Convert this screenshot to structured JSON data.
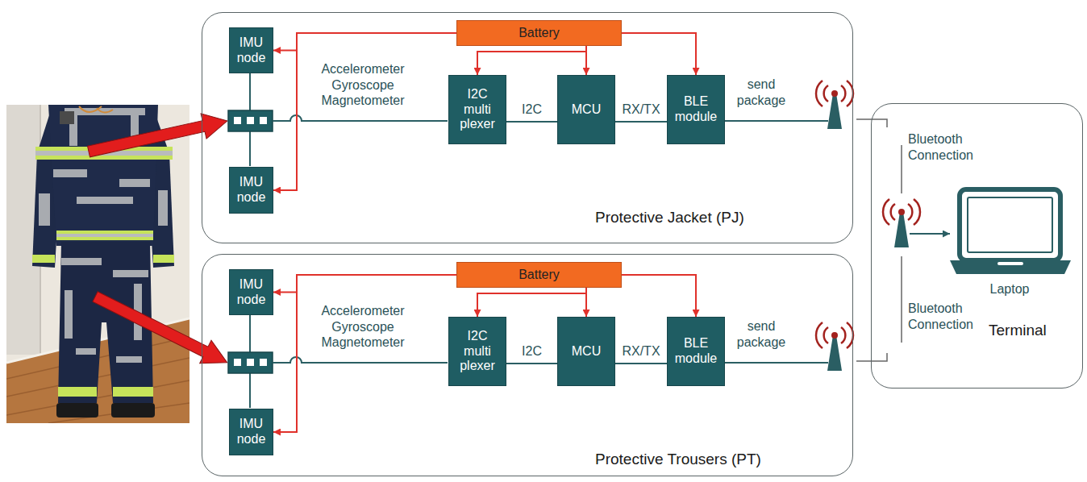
{
  "diagram": {
    "nodes": [
      {
        "text": [
          "Protective Jacket (PJ)"
        ]
      },
      {
        "text": [
          "Battery"
        ],
        "in": 0
      },
      {
        "text": [
          "IMU node"
        ],
        "in": 0
      },
      {
        "text": [
          "IMU node"
        ],
        "in": 0
      },
      {
        "text": [
          "I2C multi plexer"
        ],
        "in": 0
      },
      {
        "text": [
          "MCU"
        ],
        "in": 0
      },
      {
        "text": [
          "BLE module"
        ],
        "in": 0
      },
      {
        "text": [
          "Protective Trousers (PT)"
        ]
      },
      {
        "text": [
          "Battery"
        ],
        "in": 7
      },
      {
        "text": [
          "IMU node"
        ],
        "in": 7
      },
      {
        "text": [
          "IMU node"
        ],
        "in": 7
      },
      {
        "text": [
          "I2C multi plexer"
        ],
        "in": 7
      },
      {
        "text": [
          "MCU"
        ],
        "in": 7
      },
      {
        "text": [
          "BLE module"
        ],
        "in": 7
      },
      {
        "text": [
          "Terminal"
        ]
      }
    ],
    "edges": [
      {
        "from": 1,
        "to": 2,
        "arrow": "to"
      },
      {
        "from": 1,
        "to": 3,
        "arrow": "to"
      },
      {
        "from": 1,
        "to": 4,
        "arrow": "to"
      },
      {
        "from": 1,
        "to": 5,
        "arrow": "to"
      },
      {
        "from": 1,
        "to": 6,
        "arrow": "to"
      },
      {
        "from": 4,
        "to": 5,
        "label": "I2C",
        "arrow": "none"
      },
      {
        "from": 5,
        "to": 6,
        "label": "RX/TX",
        "arrow": "none"
      },
      {
        "from": 8,
        "to": 9,
        "arrow": "to"
      },
      {
        "from": 8,
        "to": 10,
        "arrow": "to"
      },
      {
        "from": 8,
        "to": 11,
        "arrow": "to"
      },
      {
        "from": 8,
        "to": 12,
        "arrow": "to"
      },
      {
        "from": 8,
        "to": 13,
        "arrow": "to"
      },
      {
        "from": 11,
        "to": 12,
        "label": "I2C",
        "arrow": "none"
      },
      {
        "from": 12,
        "to": 13,
        "label": "RX/TX",
        "arrow": "none"
      }
    ],
    "labels": [
      "Accelerometer Gyroscope Magnetometer",
      "send package",
      "Accelerometer Gyroscope Magnetometer",
      "send package",
      "Bluetooth Connection",
      "Bluetooth Connection",
      "Laptop"
    ]
  }
}
